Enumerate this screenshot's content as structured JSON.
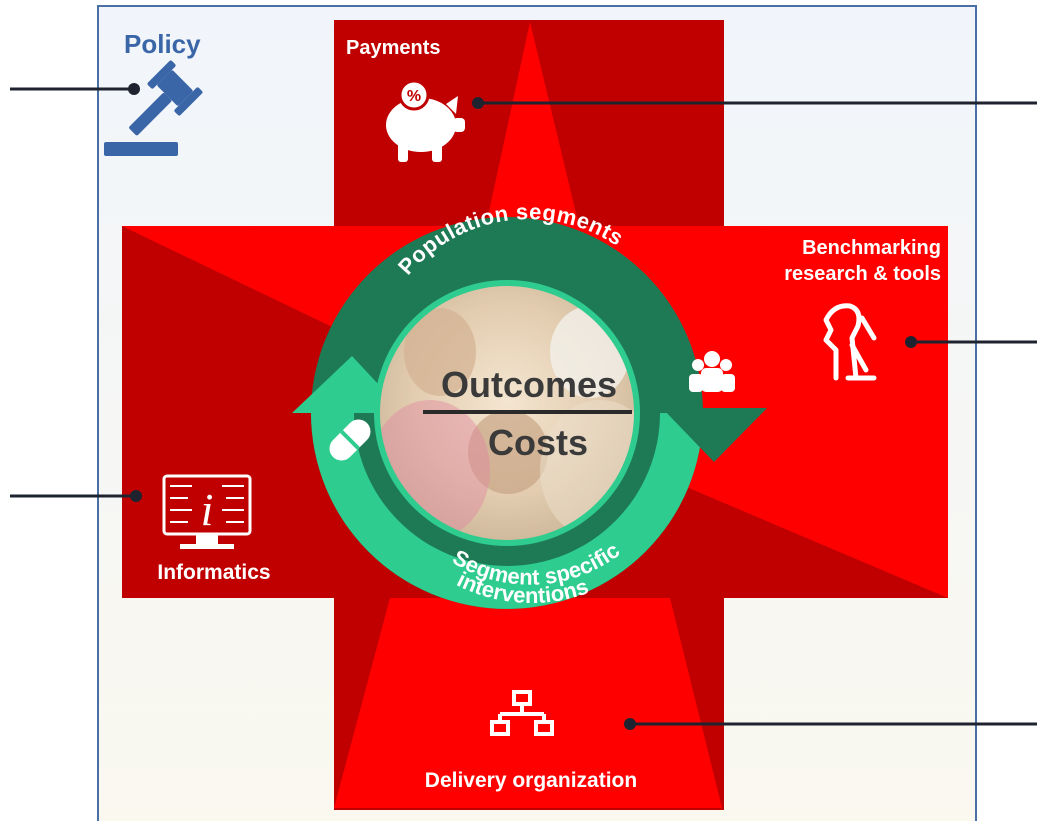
{
  "policy": {
    "label": "Policy",
    "icon": "gavel-icon"
  },
  "payments": {
    "label": "Payments",
    "icon": "piggy-bank-icon",
    "icon_symbol": "%"
  },
  "benchmarking": {
    "label_line1": "Benchmarking",
    "label_line2": "research & tools",
    "icon": "researcher-microscope-icon"
  },
  "informatics": {
    "label": "Informatics",
    "icon": "info-monitor-icon",
    "icon_symbol": "i"
  },
  "delivery": {
    "label": "Delivery organization",
    "icon": "org-chart-icon"
  },
  "cycle": {
    "top_label": "Population segments",
    "bottom_label_line1": "Segment specific",
    "bottom_label_line2": "interventions",
    "right_icon": "people-group-icon",
    "left_icon": "pill-icon"
  },
  "center": {
    "numerator": "Outcomes",
    "denominator": "Costs",
    "photo": "family-photo"
  },
  "colors": {
    "cross_red": "#ff0000",
    "cross_dark_red": "#c00000",
    "ring_dark_green": "#1e7a54",
    "ring_light_green": "#2ecc8f",
    "policy_blue": "#3a66a8",
    "frame_blue": "#4a6fa5",
    "connector": "#1f2330"
  }
}
